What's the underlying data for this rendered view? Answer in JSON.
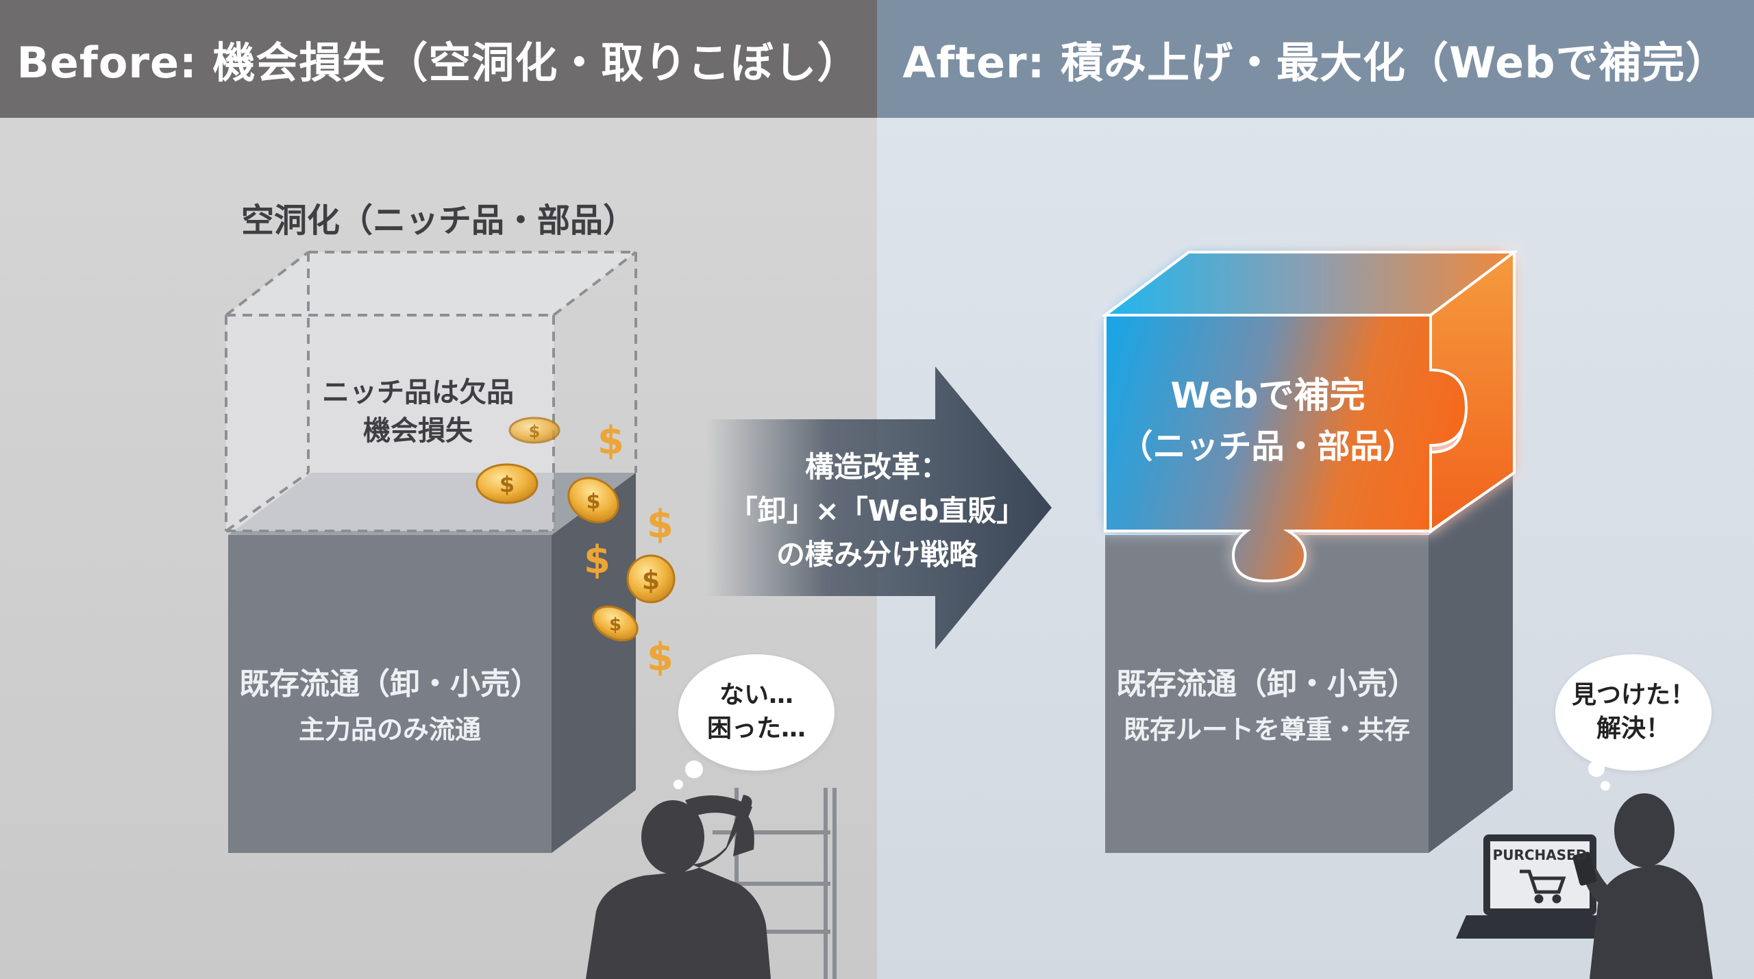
{
  "before": {
    "header": "Before: 機会損失（空洞化・取りこぼし）",
    "hollow_title": "空洞化（ニッチ品・部品）",
    "hollow_text_1": "ニッチ品は欠品",
    "hollow_text_2": "機会損失",
    "base_title": "既存流通（卸・小売）",
    "base_sub": "主力品のみ流通",
    "bubble_1": "ない…",
    "bubble_2": "困った…"
  },
  "arrow": {
    "line_1": "構造改革：",
    "line_2": "「卸」×「Web直販」",
    "line_3": "の棲み分け戦略"
  },
  "after": {
    "header": "After: 積み上げ・最大化（Webで補完）",
    "cube_title": "Webで補完",
    "cube_sub": "（ニッチ品・部品）",
    "base_title": "既存流通（卸・小売）",
    "base_sub": "既存ルートを尊重・共存",
    "bubble_1": "見つけた！",
    "bubble_2": "解決！",
    "laptop_text": "PURCHASED"
  },
  "icons": {
    "coin": "coin-icon",
    "dollar": "dollar-icon",
    "cart": "cart-icon",
    "person_confused": "person-confused-icon",
    "person_happy": "person-happy-icon",
    "shelf": "shelf-icon",
    "laptop": "laptop-icon",
    "phone": "phone-icon"
  },
  "colors": {
    "header_left": "#6e6c6c",
    "header_right": "#7d8fa3",
    "block_gray": "#7b7f87",
    "block_side": "#5c616b",
    "arrow": "#3e4a5a",
    "cube_blue": "#1aa8e6",
    "cube_orange": "#f0732c",
    "coin_gold": "#e9a93a"
  }
}
